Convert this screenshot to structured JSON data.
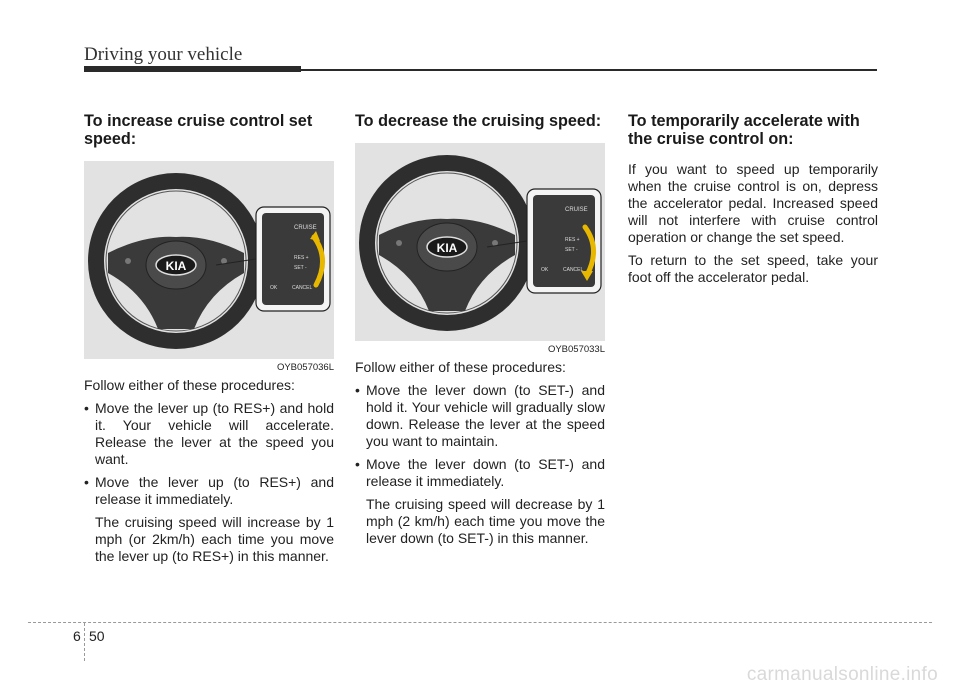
{
  "header": {
    "title": "Driving your vehicle"
  },
  "columns": [
    {
      "heading": "To increase cruise control set speed:",
      "figure_code": "OYB057036L",
      "intro": "Follow either of these procedures:",
      "bullets": [
        "Move the lever up (to RES+) and hold it. Your vehicle will accelerate. Release the lever at the speed you want.",
        "Move the lever up (to RES+) and release it immediately."
      ],
      "sub": "The cruising speed will increase by 1 mph (or 2km/h) each time you move the lever up (to RES+) in this manner."
    },
    {
      "heading": "To decrease the cruising speed:",
      "figure_code": "OYB057033L",
      "intro": "Follow either of these procedures:",
      "bullets": [
        "Move the lever down (to SET-) and hold it. Your vehicle will gradually slow down. Release the lever at the speed you want to maintain.",
        "Move the lever down (to SET-) and release it immediately."
      ],
      "sub": "The cruising speed will decrease by 1 mph (2 km/h) each time you move the lever down (to SET-) in this manner."
    },
    {
      "heading": "To temporarily accelerate with the cruise control on:",
      "paragraphs": [
        "If you want to speed up temporarily when the cruise control is on, depress the accelerator pedal. Increased speed will not interfere with cruise control operation or change the set speed.",
        "To return to the set speed, take your foot off the accelerator pedal."
      ]
    }
  ],
  "figure_labels": {
    "logo": "KIA",
    "cruise": "CRUISE",
    "res": "RES +",
    "set": "SET -",
    "ok": "OK",
    "cancel": "CANCEL"
  },
  "footer": {
    "section": "6",
    "page": "50",
    "watermark": "carmanualsonline.info"
  }
}
